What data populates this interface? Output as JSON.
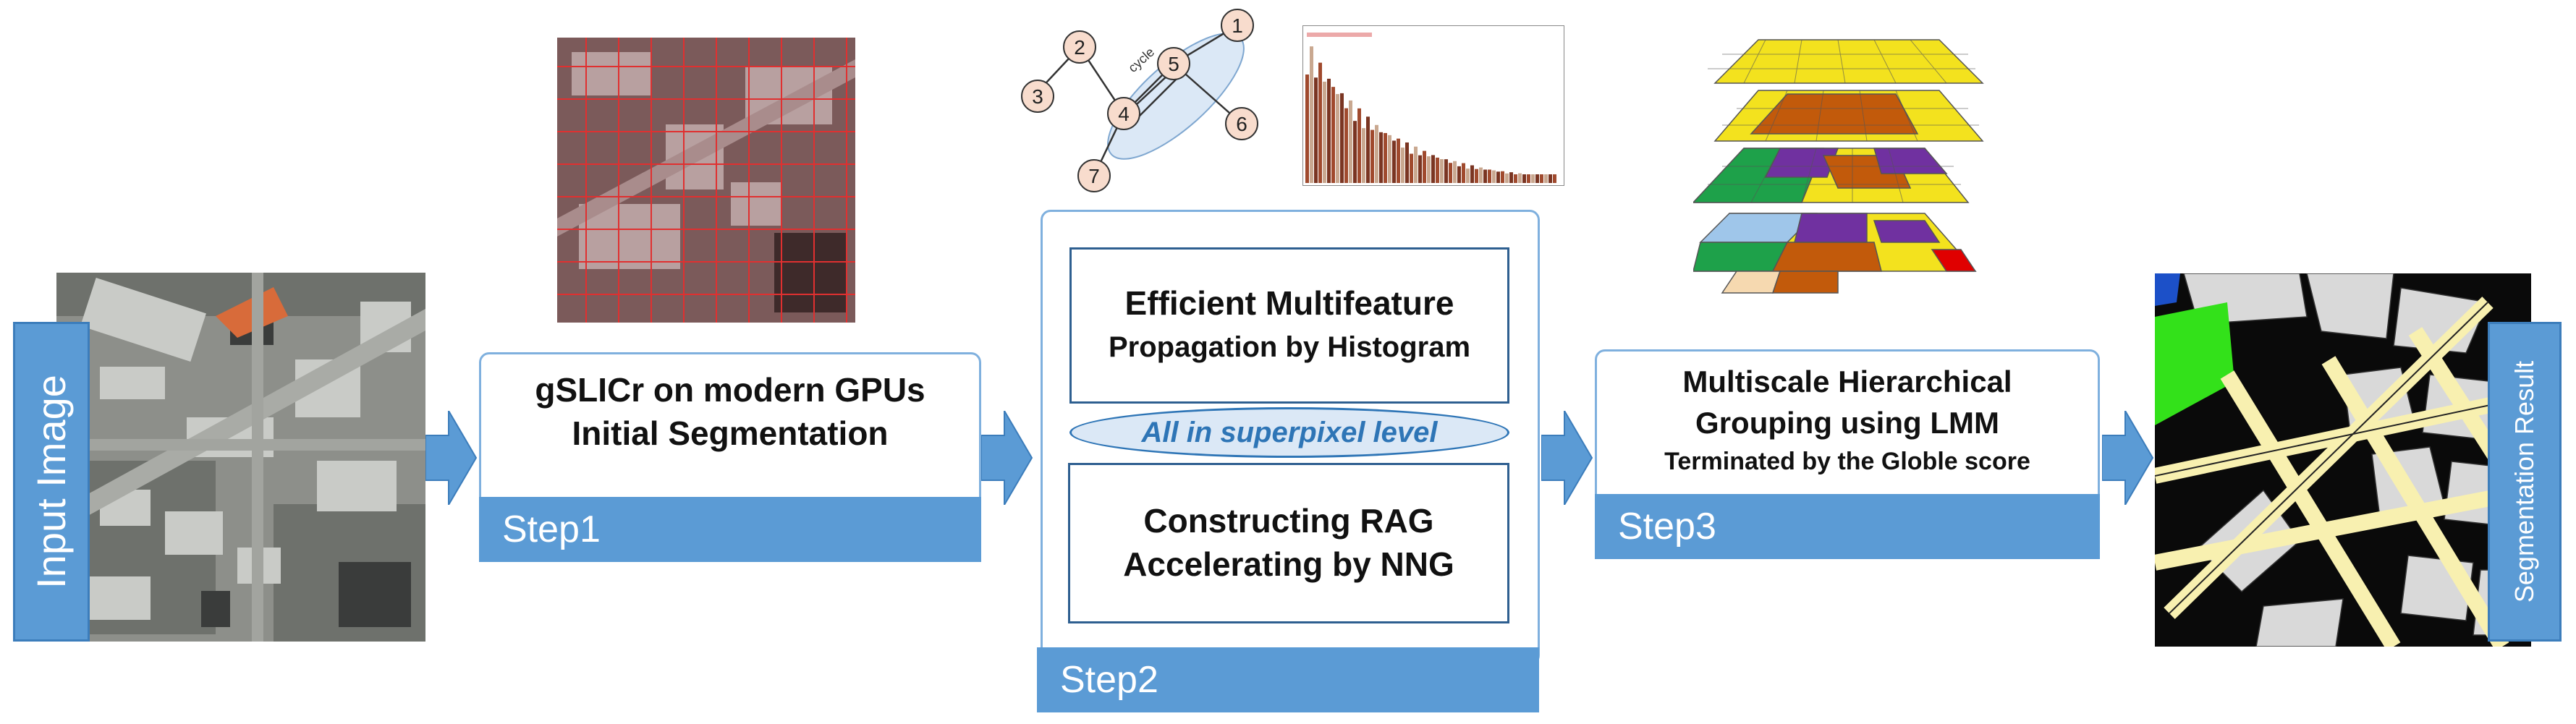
{
  "input_label": "Input Image",
  "result_label": "Segmentation Result",
  "step1": {
    "line1": "gSLICr on modern GPUs",
    "line2": "Initial Segmentation",
    "label": "Step1"
  },
  "step2": {
    "box1_line1": "Efficient Multifeature",
    "box1_line2": "Propagation by Histogram",
    "ellipse": "All in superpixel level",
    "box2_line1": "Constructing RAG",
    "box2_line2": "Accelerating by NNG",
    "label": "Step2"
  },
  "step3": {
    "line1": "Multiscale Hierarchical",
    "line2": "Grouping using LMM",
    "line3": "Terminated by the Globle score",
    "label": "Step3"
  },
  "graph": {
    "nodes": [
      "1",
      "2",
      "3",
      "4",
      "5",
      "6",
      "7"
    ],
    "cycle_label": "cycle"
  },
  "colors": {
    "accent": "#5b9bd5",
    "border": "#7fb0de",
    "ellipse": "#dbe8f6",
    "ellipse_text": "#2e75b6"
  }
}
